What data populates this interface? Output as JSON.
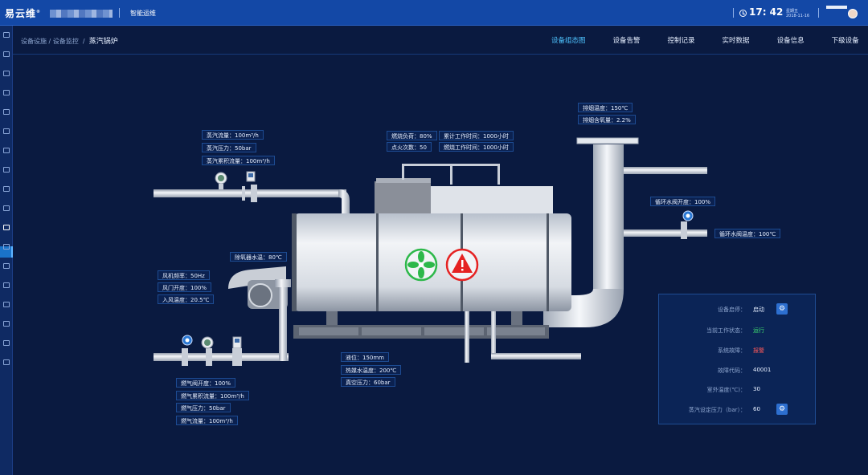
{
  "header": {
    "logo_text": "易云维",
    "logo_mark": "®",
    "system_name": "智能运维",
    "time": "17: 42",
    "weekday": "星期五",
    "date": "2018-11-16"
  },
  "sidebar": {
    "icons": [
      "menu-icon",
      "home-icon",
      "database-icon",
      "monitor-icon",
      "chart-icon",
      "leaf-icon",
      "grid-icon",
      "location-icon",
      "document-icon",
      "wave-icon",
      "list-icon",
      "target-icon",
      "pin-icon",
      "drop-icon",
      "copy-icon",
      "settings-icon",
      "table-icon",
      "grid2-icon"
    ]
  },
  "breadcrumb": {
    "part1": "设备设施",
    "sep": "/",
    "part2": "设备监控",
    "current": "蒸汽锅炉"
  },
  "tabs": [
    {
      "label": "设备组态图",
      "active": true
    },
    {
      "label": "设备告警",
      "active": false
    },
    {
      "label": "控制记录",
      "active": false
    },
    {
      "label": "实时数据",
      "active": false
    },
    {
      "label": "设备信息",
      "active": false
    },
    {
      "label": "下级设备",
      "active": false
    }
  ],
  "labels": {
    "steam_flow": "蒸汽流量：100m³/h",
    "steam_pressure": "蒸汽压力：50bar",
    "steam_total_flow": "蒸汽累积流量：100m³/h",
    "burn_load": "燃烧负荷：80%",
    "total_work_time": "累计工作时间：1000小时",
    "ignition_count": "点火次数：50",
    "burn_work_time": "燃烧工作时间：1000小时",
    "exhaust_temp": "排烟温度：150℃",
    "exhaust_oxygen": "排烟含氧量：2.2%",
    "circ_valve_open": "循环水阀开度：100%",
    "circ_valve_temp": "循环水阀温度：100℃",
    "deaerator_temp": "除氧器水温：80℃",
    "fan_freq": "风机频率：50Hz",
    "damper_open": "风门开度：100%",
    "inlet_air_temp": "入风温度：20.5℃",
    "level": "液位：150mm",
    "medium_temp": "热媒水温度：200℃",
    "vacuum_pressure": "真空压力：60bar",
    "gas_valve_open": "燃气阀开度：100%",
    "gas_total_flow": "燃气累积流量：100m³/h",
    "gas_pressure": "燃气压力：50bar",
    "gas_flow": "燃气流量：100m³/h"
  },
  "panel": {
    "rows": [
      {
        "label": "设备启停：",
        "value": "启动",
        "value_color": "normal",
        "has_gear": true
      },
      {
        "label": "当前工作状态：",
        "value": "运行",
        "value_color": "green",
        "has_gear": false
      },
      {
        "label": "系统故障：",
        "value": "报警",
        "value_color": "red",
        "has_gear": false
      },
      {
        "label": "故障代码：",
        "value": "40001",
        "value_color": "normal",
        "has_gear": false
      },
      {
        "label": "室外温度(℃)：",
        "value": "30",
        "value_color": "normal",
        "has_gear": false
      },
      {
        "label": "蒸汽设定压力（bar）：",
        "value": "60",
        "value_color": "normal",
        "has_gear": true
      }
    ]
  },
  "colors": {
    "background": "#0a1a40",
    "topbar": "#1348a6",
    "accent": "#4fc4ff",
    "status_green": "#3ddc6f",
    "status_red": "#ff5959",
    "fan_icon": "#2db84a",
    "alarm_icon": "#e52222"
  }
}
